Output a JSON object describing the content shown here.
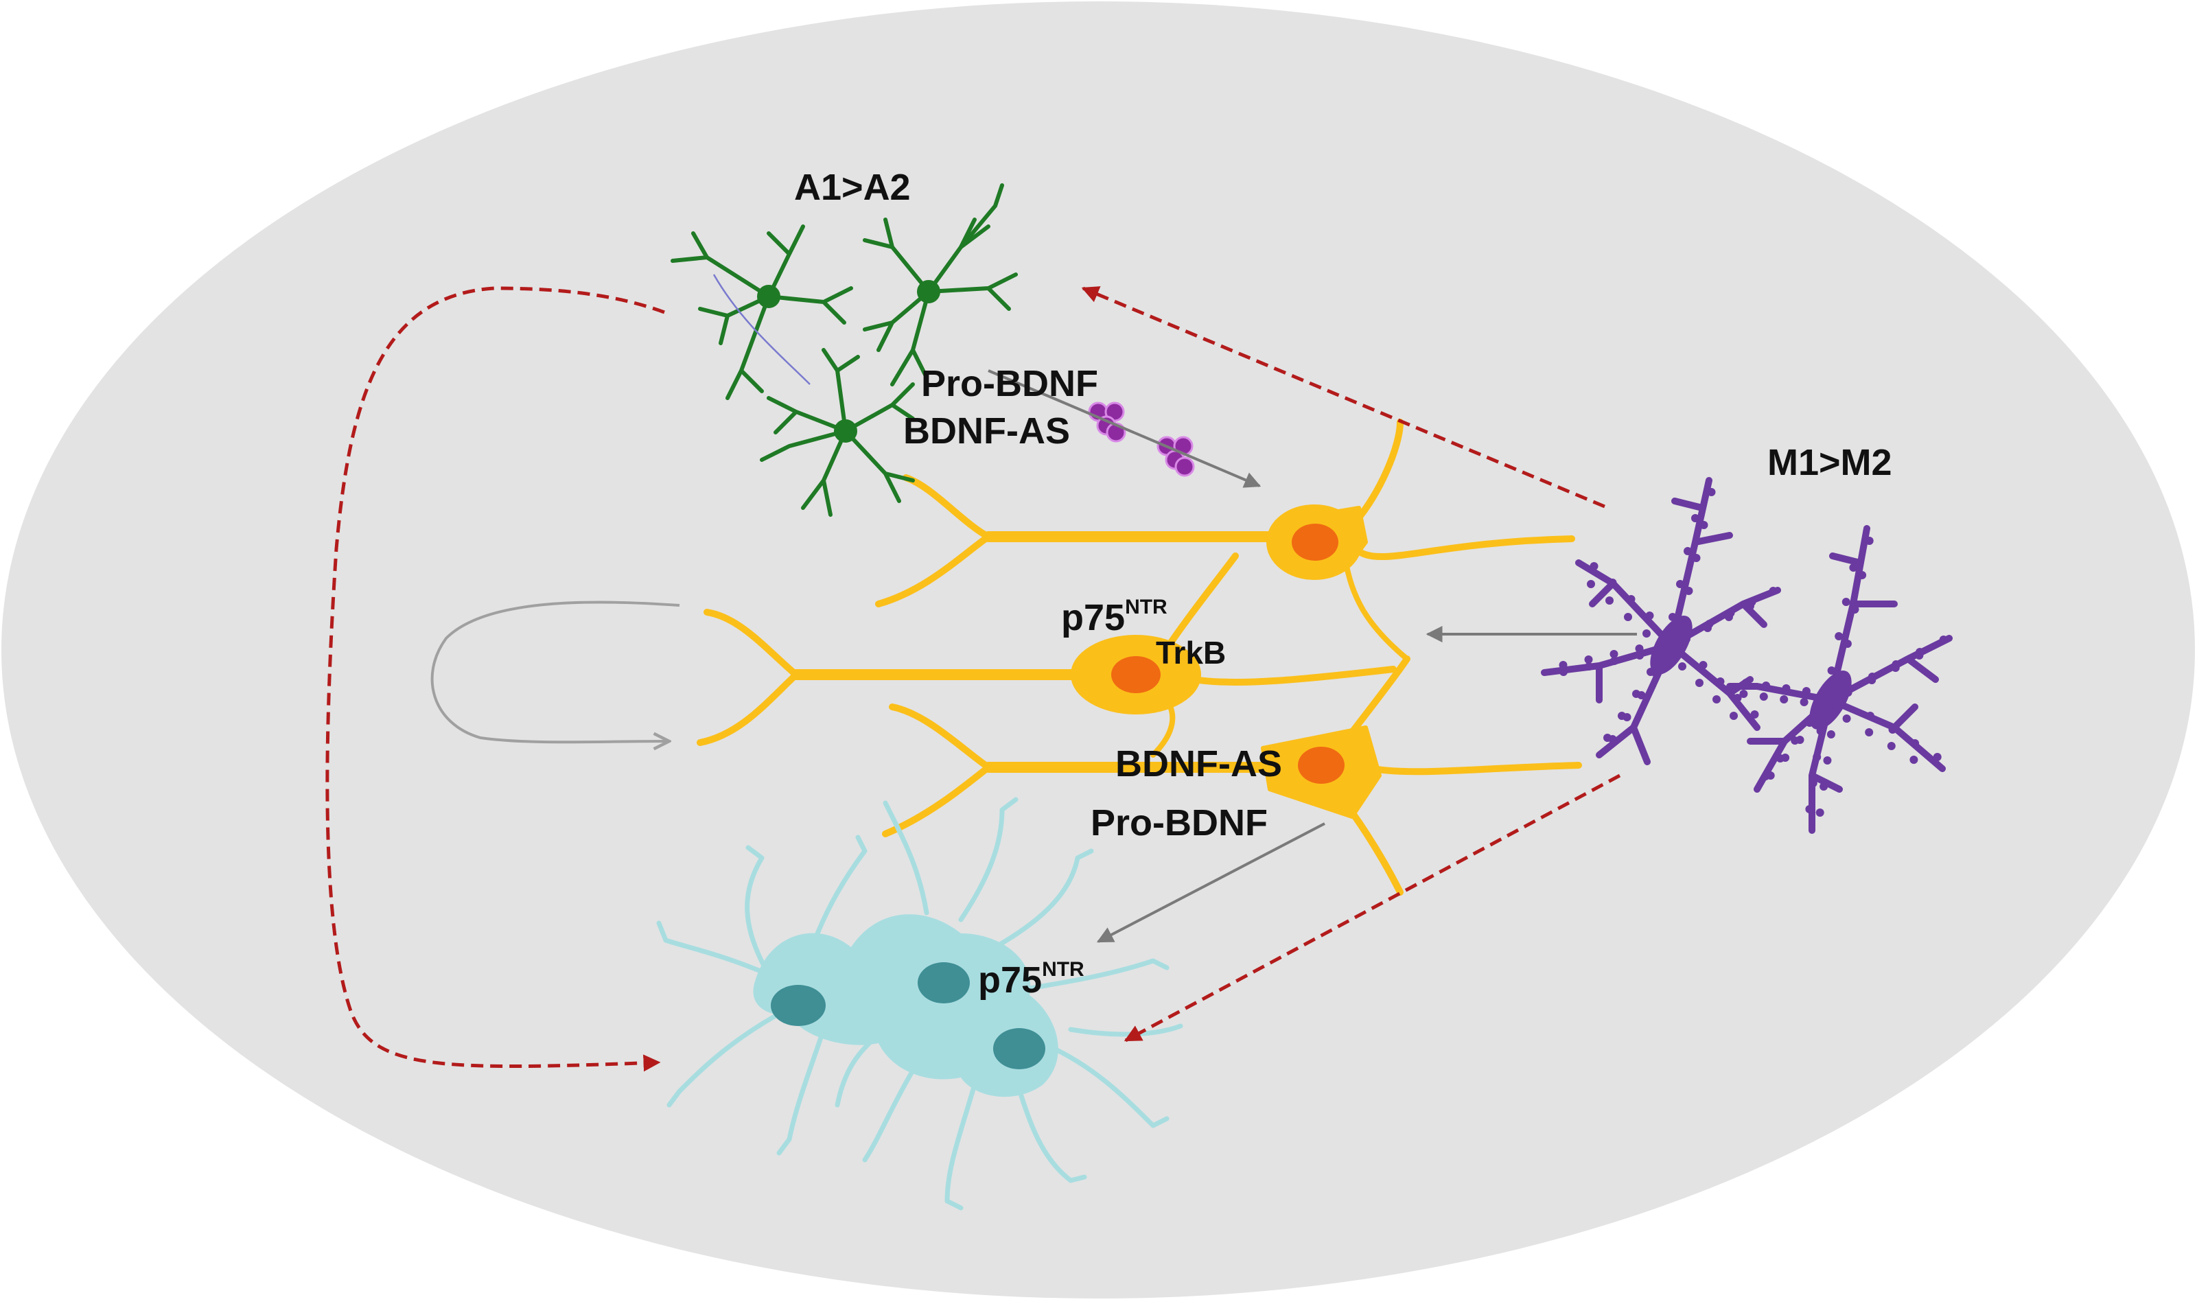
{
  "colors": {
    "background_ellipse": "#e3e3e3",
    "astrocyte": "#1f7a25",
    "neuron": "#fbbf1a",
    "neuron_nucleus": "#f06a12",
    "microglia": "#6a3aa0",
    "oligodendrocyte": "#a8dde0",
    "oligodendrocyte_nucleus": "#3f8f95",
    "dashed_arrow": "#b31b1b",
    "solid_arrow": "#7a7a7a",
    "vesicle": "#8e2aa0"
  },
  "labels": {
    "astrocyte_state": "A1>A2",
    "microglia_state": "M1>M2",
    "astro_pro_bdnf": "Pro-BDNF",
    "astro_bdnf_as": "BDNF-AS",
    "neuron_p75": "p75",
    "neuron_p75_sup": "NTR",
    "neuron_trkb": "TrkB",
    "neuron_bdnf_as": "BDNF-AS",
    "neuron_pro_bdnf": "Pro-BDNF",
    "oligo_p75": "p75",
    "oligo_p75_sup": "NTR"
  },
  "icons": {
    "astrocytes": "astrocyte-cluster-icon",
    "microglia": "microglia-cluster-icon",
    "neurons": "neuron-group-icon",
    "oligodendrocytes": "oligodendrocyte-cluster-icon",
    "vesicles": "bdnf-vesicle-icon"
  }
}
